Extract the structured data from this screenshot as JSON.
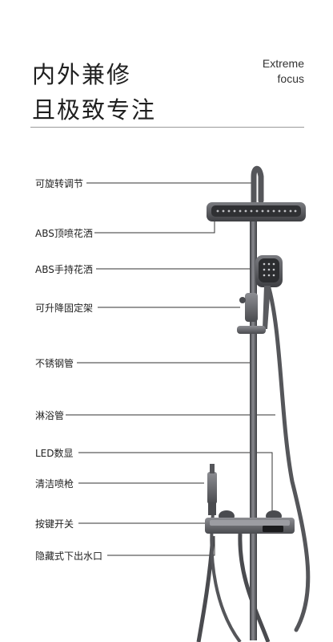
{
  "headline": {
    "line1": "内外兼修",
    "line2": "且极致专注"
  },
  "subtitle": {
    "line1": "Extreme",
    "line2": "focus"
  },
  "parts": [
    {
      "label": "可旋转调节"
    },
    {
      "label": "ABS顶喷花洒"
    },
    {
      "label": "ABS手持花洒"
    },
    {
      "label": "可升降固定架"
    },
    {
      "label": "不锈钢管"
    },
    {
      "label": "淋浴管"
    },
    {
      "label": "LED数显"
    },
    {
      "label": "清洁喷枪"
    },
    {
      "label": "按键开关"
    },
    {
      "label": "隐藏式下出水口"
    }
  ],
  "colors": {
    "metal": "#5a5b5f",
    "metal_dark": "#3a3b3e",
    "line": "#333333"
  }
}
